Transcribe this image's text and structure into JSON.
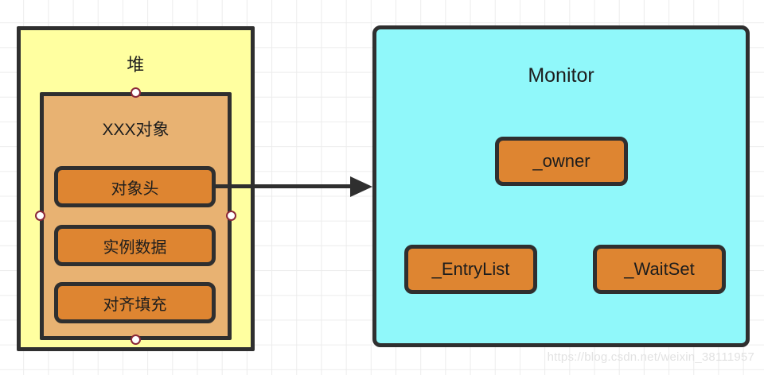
{
  "diagram": {
    "heap": {
      "title": "堆",
      "object": {
        "title": "XXX对象",
        "fields": [
          {
            "label": "对象头"
          },
          {
            "label": "实例数据"
          },
          {
            "label": "对齐填充"
          }
        ]
      }
    },
    "monitor": {
      "title": "Monitor",
      "fields": [
        {
          "label": "_owner"
        },
        {
          "label": "_EntryList"
        },
        {
          "label": "_WaitSet"
        }
      ]
    },
    "connector": {
      "from": "对象头",
      "to": "Monitor",
      "style": "arrow"
    }
  },
  "watermark": {
    "text": "https://blog.csdn.net/weixin_38111957"
  },
  "colors": {
    "heap_fill": "#ffffa0",
    "object_fill": "#e8b272",
    "field_fill": "#de8531",
    "monitor_fill": "#90f8fa",
    "stroke": "#2f2f2f",
    "dot_stroke": "#8b2838",
    "grid_line": "#ececec"
  }
}
